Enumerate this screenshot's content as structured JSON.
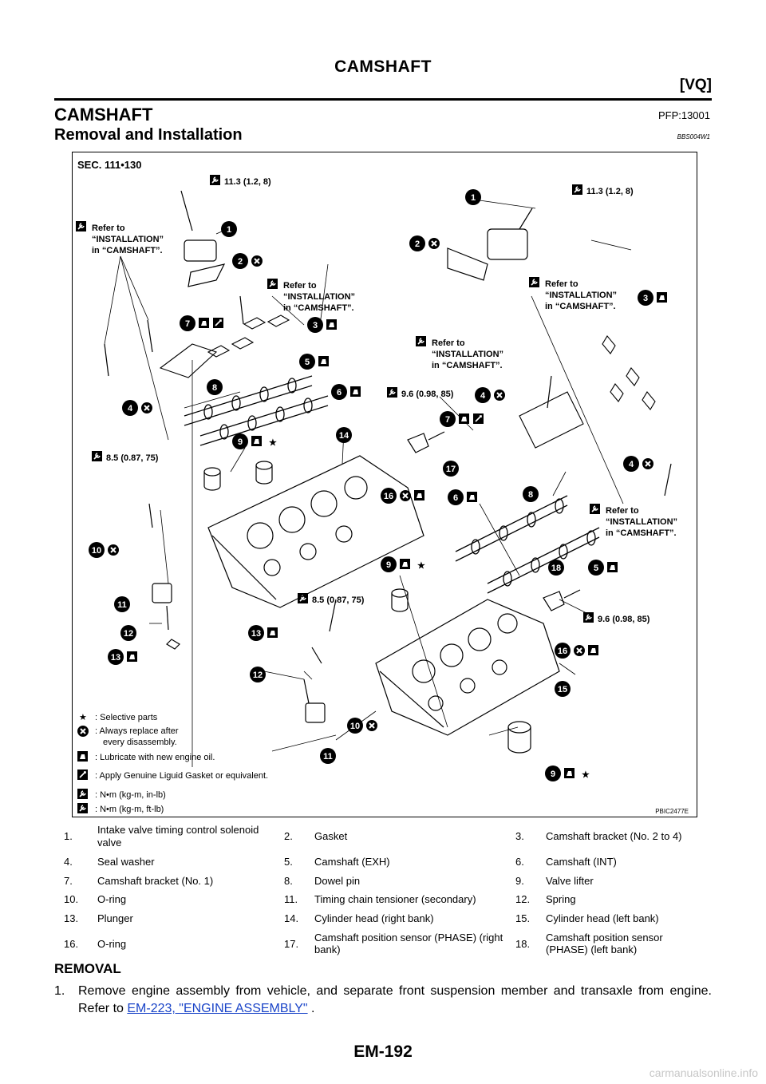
{
  "header": {
    "title": "CAMSHAFT",
    "subtitle": "[VQ]"
  },
  "section": {
    "title": "CAMSHAFT",
    "pfp": "PFP:13001"
  },
  "subsection": {
    "title": "Removal and Installation",
    "code": "BBS004W1"
  },
  "figure": {
    "sec": "SEC. 111•130",
    "code": "PBIC2477E",
    "torque_11_3": "11.3 (1.2, 8)",
    "torque_9_6": "9.6 (0.98, 85)",
    "torque_8_5": "8.5 (0.87, 75)",
    "refer_line1": "Refer to",
    "refer_line2": "“INSTALLATION”",
    "refer_line3": "in “CAMSHAFT”.",
    "legend": [
      ": Selective parts",
      ": Always replace after",
      "every disassembly.",
      ": Lubricate with new engine oil.",
      ": Apply Genuine Liguid Gasket or equivalent.",
      ": N•m (kg-m, in-lb)",
      ": N•m (kg-m, ft-lb)"
    ],
    "callouts": [
      "1",
      "2",
      "3",
      "4",
      "5",
      "6",
      "7",
      "8",
      "9",
      "10",
      "11",
      "12",
      "13",
      "14",
      "15",
      "16",
      "17",
      "18"
    ]
  },
  "parts": [
    [
      {
        "n": "1.",
        "t": "Intake valve timing control solenoid valve"
      },
      {
        "n": "2.",
        "t": "Gasket"
      },
      {
        "n": "3.",
        "t": "Camshaft bracket (No. 2 to 4)"
      }
    ],
    [
      {
        "n": "4.",
        "t": "Seal washer"
      },
      {
        "n": "5.",
        "t": "Camshaft (EXH)"
      },
      {
        "n": "6.",
        "t": "Camshaft (INT)"
      }
    ],
    [
      {
        "n": "7.",
        "t": "Camshaft bracket (No. 1)"
      },
      {
        "n": "8.",
        "t": "Dowel pin"
      },
      {
        "n": "9.",
        "t": "Valve lifter"
      }
    ],
    [
      {
        "n": "10.",
        "t": "O-ring"
      },
      {
        "n": "11.",
        "t": "Timing chain tensioner (secondary)"
      },
      {
        "n": "12.",
        "t": "Spring"
      }
    ],
    [
      {
        "n": "13.",
        "t": "Plunger"
      },
      {
        "n": "14.",
        "t": "Cylinder head (right bank)"
      },
      {
        "n": "15.",
        "t": "Cylinder head (left bank)"
      }
    ],
    [
      {
        "n": "16.",
        "t": "O-ring"
      },
      {
        "n": "17.",
        "t": "Camshaft position sensor (PHASE) (right bank)"
      },
      {
        "n": "18.",
        "t": "Camshaft position sensor (PHASE) (left bank)"
      }
    ]
  ],
  "removal": {
    "title": "REMOVAL",
    "step_num": "1.",
    "step_text": "Remove engine assembly from vehicle, and separate front suspension member and transaxle from engine. Refer to ",
    "link": "EM-223, \"ENGINE ASSEMBLY\"",
    "step_end": " ."
  },
  "footer": {
    "page": "EM-192"
  },
  "watermark": "carmanualsonline.info"
}
